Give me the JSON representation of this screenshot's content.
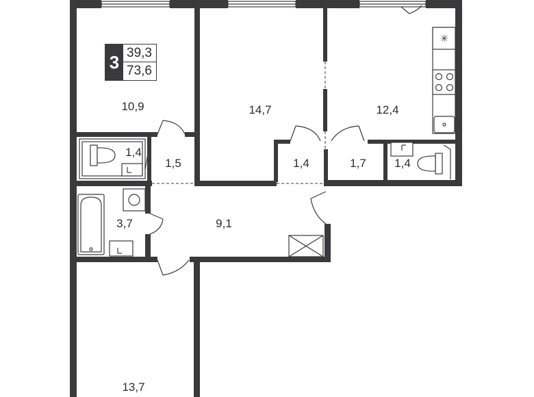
{
  "apartment": {
    "rooms_count": "3",
    "living_area": "39,3",
    "total_area": "73,6"
  },
  "rooms": {
    "bedroom_top_left": "10,9",
    "room_center": "14,7",
    "kitchen": "12,4",
    "bathroom_left": "1,4",
    "closet_left": "1,5",
    "closet_center": "1,4",
    "corridor_right": "1,7",
    "bathroom_right": "1,4",
    "bathroom_main": "3,7",
    "hall": "9,1",
    "bedroom_bottom": "13,7"
  },
  "icons": [
    "bathtub-icon",
    "toilet-icon",
    "sink-icon",
    "washing-machine-icon",
    "stove-icon",
    "fridge-icon",
    "ventilation-shaft-icon",
    "window-icon",
    "door-swing-icon"
  ]
}
